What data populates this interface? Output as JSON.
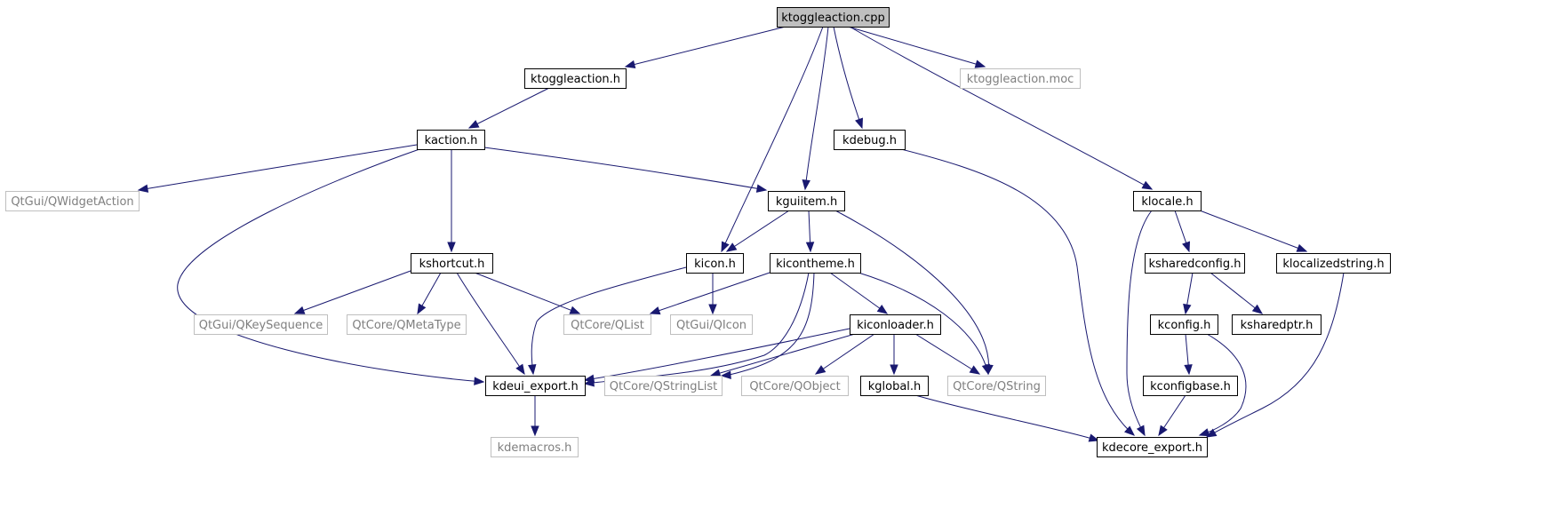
{
  "graph": {
    "nodes": [
      {
        "id": "ktoggleaction_cpp",
        "label": "ktoggleaction.cpp",
        "style": "root"
      },
      {
        "id": "ktoggleaction_h",
        "label": "ktoggleaction.h",
        "style": "normal"
      },
      {
        "id": "ktoggleaction_moc",
        "label": "ktoggleaction.moc",
        "style": "external"
      },
      {
        "id": "kaction_h",
        "label": "kaction.h",
        "style": "normal"
      },
      {
        "id": "kdebug_h",
        "label": "kdebug.h",
        "style": "normal"
      },
      {
        "id": "qwidgetaction",
        "label": "QtGui/QWidgetAction",
        "style": "external"
      },
      {
        "id": "kguiitem_h",
        "label": "kguiitem.h",
        "style": "normal"
      },
      {
        "id": "klocale_h",
        "label": "klocale.h",
        "style": "normal"
      },
      {
        "id": "kshortcut_h",
        "label": "kshortcut.h",
        "style": "normal"
      },
      {
        "id": "kicon_h",
        "label": "kicon.h",
        "style": "normal"
      },
      {
        "id": "kicontheme_h",
        "label": "kicontheme.h",
        "style": "normal"
      },
      {
        "id": "ksharedconfig_h",
        "label": "ksharedconfig.h",
        "style": "normal"
      },
      {
        "id": "klocalizedstring_h",
        "label": "klocalizedstring.h",
        "style": "normal"
      },
      {
        "id": "qkeysequence",
        "label": "QtGui/QKeySequence",
        "style": "external"
      },
      {
        "id": "qmetatype",
        "label": "QtCore/QMetaType",
        "style": "external"
      },
      {
        "id": "qlist",
        "label": "QtCore/QList",
        "style": "external"
      },
      {
        "id": "qicon",
        "label": "QtGui/QIcon",
        "style": "external"
      },
      {
        "id": "kiconloader_h",
        "label": "kiconloader.h",
        "style": "normal"
      },
      {
        "id": "kconfig_h",
        "label": "kconfig.h",
        "style": "normal"
      },
      {
        "id": "ksharedptr_h",
        "label": "ksharedptr.h",
        "style": "normal"
      },
      {
        "id": "kdeui_export_h",
        "label": "kdeui_export.h",
        "style": "normal"
      },
      {
        "id": "qstringlist",
        "label": "QtCore/QStringList",
        "style": "external"
      },
      {
        "id": "qobject",
        "label": "QtCore/QObject",
        "style": "external"
      },
      {
        "id": "kglobal_h",
        "label": "kglobal.h",
        "style": "normal"
      },
      {
        "id": "qstring",
        "label": "QtCore/QString",
        "style": "external"
      },
      {
        "id": "kconfigbase_h",
        "label": "kconfigbase.h",
        "style": "normal"
      },
      {
        "id": "kdemacros_h",
        "label": "kdemacros.h",
        "style": "external"
      },
      {
        "id": "kdecore_export_h",
        "label": "kdecore_export.h",
        "style": "normal"
      }
    ],
    "edges": [
      [
        "ktoggleaction_cpp",
        "ktoggleaction_h"
      ],
      [
        "ktoggleaction_cpp",
        "ktoggleaction_moc"
      ],
      [
        "ktoggleaction_cpp",
        "kicon_h"
      ],
      [
        "ktoggleaction_cpp",
        "kguiitem_h"
      ],
      [
        "ktoggleaction_cpp",
        "kdebug_h"
      ],
      [
        "ktoggleaction_cpp",
        "klocale_h"
      ],
      [
        "ktoggleaction_h",
        "kaction_h"
      ],
      [
        "kaction_h",
        "qwidgetaction"
      ],
      [
        "kaction_h",
        "kguiitem_h"
      ],
      [
        "kaction_h",
        "kshortcut_h"
      ],
      [
        "kaction_h",
        "kdeui_export_h"
      ],
      [
        "kdebug_h",
        "kdecore_export_h"
      ],
      [
        "kguiitem_h",
        "kicon_h"
      ],
      [
        "kguiitem_h",
        "kicontheme_h"
      ],
      [
        "kguiitem_h",
        "qstring"
      ],
      [
        "kshortcut_h",
        "qkeysequence"
      ],
      [
        "kshortcut_h",
        "qmetatype"
      ],
      [
        "kshortcut_h",
        "qlist"
      ],
      [
        "kshortcut_h",
        "kdeui_export_h"
      ],
      [
        "kicon_h",
        "qicon"
      ],
      [
        "kicon_h",
        "kdeui_export_h"
      ],
      [
        "kicontheme_h",
        "qlist"
      ],
      [
        "kicontheme_h",
        "kiconloader_h"
      ],
      [
        "kicontheme_h",
        "qstring"
      ],
      [
        "kicontheme_h",
        "kdeui_export_h"
      ],
      [
        "kicontheme_h",
        "qstringlist"
      ],
      [
        "kiconloader_h",
        "kdeui_export_h"
      ],
      [
        "kiconloader_h",
        "qstringlist"
      ],
      [
        "kiconloader_h",
        "qobject"
      ],
      [
        "kiconloader_h",
        "kglobal_h"
      ],
      [
        "kiconloader_h",
        "qstring"
      ],
      [
        "kdeui_export_h",
        "kdemacros_h"
      ],
      [
        "kglobal_h",
        "kdecore_export_h"
      ],
      [
        "klocale_h",
        "ksharedconfig_h"
      ],
      [
        "klocale_h",
        "klocalizedstring_h"
      ],
      [
        "klocale_h",
        "kdecore_export_h"
      ],
      [
        "ksharedconfig_h",
        "kconfig_h"
      ],
      [
        "ksharedconfig_h",
        "ksharedptr_h"
      ],
      [
        "kconfig_h",
        "kconfigbase_h"
      ],
      [
        "kconfig_h",
        "kdecore_export_h"
      ],
      [
        "kconfigbase_h",
        "kdecore_export_h"
      ],
      [
        "klocalizedstring_h",
        "kdecore_export_h"
      ]
    ]
  }
}
